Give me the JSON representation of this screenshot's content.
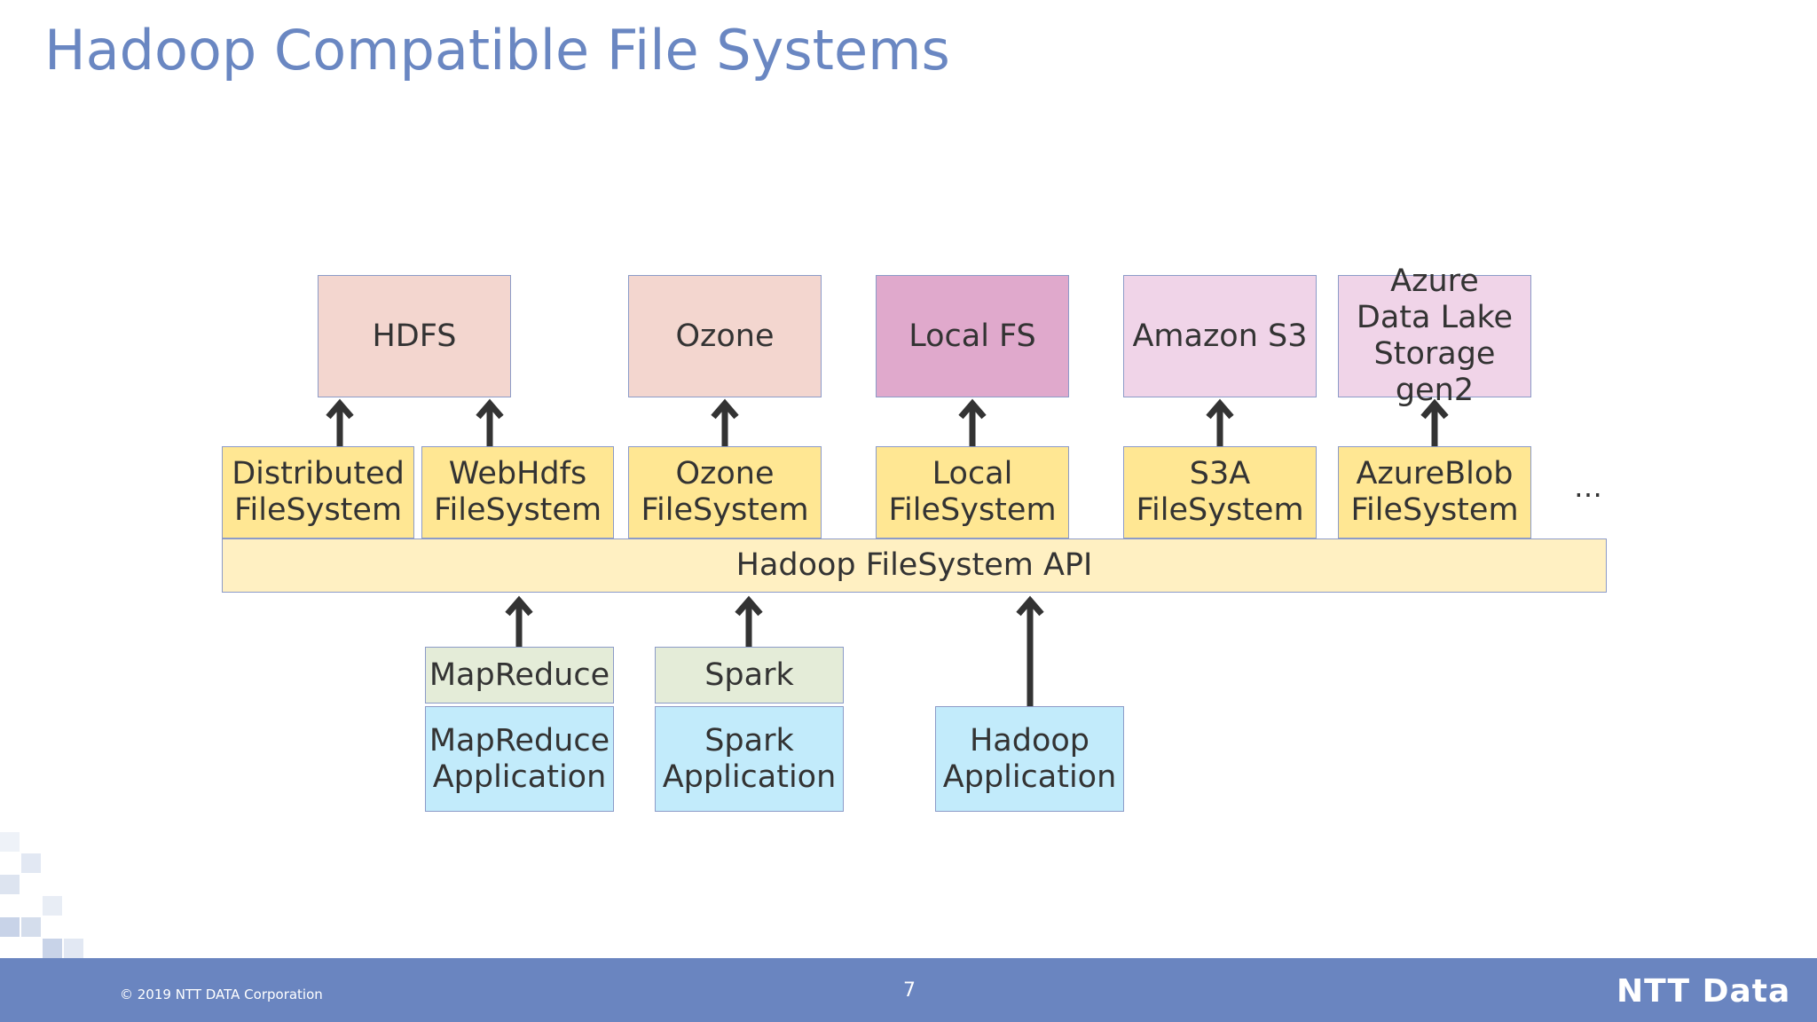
{
  "title": "Hadoop Compatible File Systems",
  "storage": {
    "hdfs": "HDFS",
    "ozone": "Ozone",
    "local": "Local FS",
    "s3": "Amazon S3",
    "azure": "Azure\nData Lake\nStorage gen2"
  },
  "implementations": {
    "distributed": "Distributed\nFileSystem",
    "webhdfs": "WebHdfs\nFileSystem",
    "ozone": "Ozone\nFileSystem",
    "local": "Local\nFileSystem",
    "s3a": "S3A\nFileSystem",
    "azureblob": "AzureBlob\nFileSystem",
    "more": "…"
  },
  "api": "Hadoop FileSystem API",
  "frameworks": {
    "mapreduce": "MapReduce",
    "spark": "Spark"
  },
  "applications": {
    "mapreduce": "MapReduce\nApplication",
    "spark": "Spark\nApplication",
    "hadoop": "Hadoop\nApplication"
  },
  "footer": {
    "copyright": "© 2019 NTT DATA Corporation",
    "page": "7",
    "logo": "NTT Data"
  },
  "colors": {
    "title": "#6a87c2",
    "storage": "#f3d6cf",
    "local_fs": "#e0a9cc",
    "cloud": "#f0d4e8",
    "implementation": "#ffe793",
    "api": "#fff0c2",
    "framework": "#e4ecd8",
    "application": "#c2ebfb",
    "footer": "#6a85c0"
  }
}
